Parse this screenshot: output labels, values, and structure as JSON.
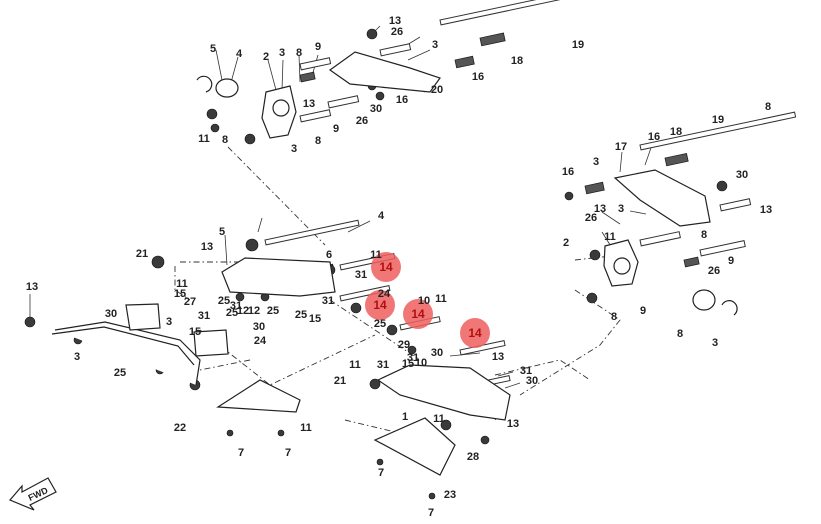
{
  "diagram": {
    "callouts": [
      {
        "label": "13"
      },
      {
        "label": "26"
      },
      {
        "label": "3"
      },
      {
        "label": "19"
      },
      {
        "label": "18"
      },
      {
        "label": "5"
      },
      {
        "label": "4"
      },
      {
        "label": "2"
      },
      {
        "label": "3"
      },
      {
        "label": "8"
      },
      {
        "label": "9"
      },
      {
        "label": "16"
      },
      {
        "label": "20"
      },
      {
        "label": "16"
      },
      {
        "label": "30"
      },
      {
        "label": "26"
      },
      {
        "label": "13"
      },
      {
        "label": "9"
      },
      {
        "label": "8"
      },
      {
        "label": "3"
      },
      {
        "label": "11"
      },
      {
        "label": "8"
      },
      {
        "label": "8"
      },
      {
        "label": "19"
      },
      {
        "label": "18"
      },
      {
        "label": "16"
      },
      {
        "label": "17"
      },
      {
        "label": "3"
      },
      {
        "label": "16"
      },
      {
        "label": "30"
      },
      {
        "label": "13"
      },
      {
        "label": "3"
      },
      {
        "label": "13"
      },
      {
        "label": "26"
      },
      {
        "label": "2"
      },
      {
        "label": "11"
      },
      {
        "label": "8"
      },
      {
        "label": "9"
      },
      {
        "label": "26"
      },
      {
        "label": "8"
      },
      {
        "label": "9"
      },
      {
        "label": "8"
      },
      {
        "label": "3"
      },
      {
        "label": "4"
      },
      {
        "label": "5"
      },
      {
        "label": "13"
      },
      {
        "label": "21"
      },
      {
        "label": "6"
      },
      {
        "label": "11"
      },
      {
        "label": "13"
      },
      {
        "label": "11"
      },
      {
        "label": "15"
      },
      {
        "label": "31"
      },
      {
        "label": "27"
      },
      {
        "label": "25"
      },
      {
        "label": "3"
      },
      {
        "label": "31"
      },
      {
        "label": "12"
      },
      {
        "label": "25"
      },
      {
        "label": "30"
      },
      {
        "label": "24"
      },
      {
        "label": "25"
      },
      {
        "label": "25"
      },
      {
        "label": "15"
      },
      {
        "label": "31"
      },
      {
        "label": "10"
      },
      {
        "label": "30"
      },
      {
        "label": "31"
      },
      {
        "label": "15"
      },
      {
        "label": "12"
      },
      {
        "label": "24"
      },
      {
        "label": "25"
      },
      {
        "label": "3"
      },
      {
        "label": "25"
      },
      {
        "label": "11"
      },
      {
        "label": "29"
      },
      {
        "label": "15"
      },
      {
        "label": "31"
      },
      {
        "label": "10"
      },
      {
        "label": "30"
      },
      {
        "label": "31"
      },
      {
        "label": "13"
      },
      {
        "label": "11"
      },
      {
        "label": "31"
      },
      {
        "label": "21"
      },
      {
        "label": "30"
      },
      {
        "label": "13"
      },
      {
        "label": "1"
      },
      {
        "label": "11"
      },
      {
        "label": "28"
      },
      {
        "label": "22"
      },
      {
        "label": "11"
      },
      {
        "label": "7"
      },
      {
        "label": "7"
      },
      {
        "label": "7"
      },
      {
        "label": "23"
      },
      {
        "label": "7"
      }
    ],
    "highlights": [
      {
        "label": "14"
      },
      {
        "label": "14"
      },
      {
        "label": "14"
      },
      {
        "label": "14"
      }
    ],
    "fwd_label": "FWD",
    "colors": {
      "line": "#222222",
      "highlight": "#ee5f5f",
      "highlight_text": "#b01010",
      "part": "#4a4a4a"
    }
  }
}
